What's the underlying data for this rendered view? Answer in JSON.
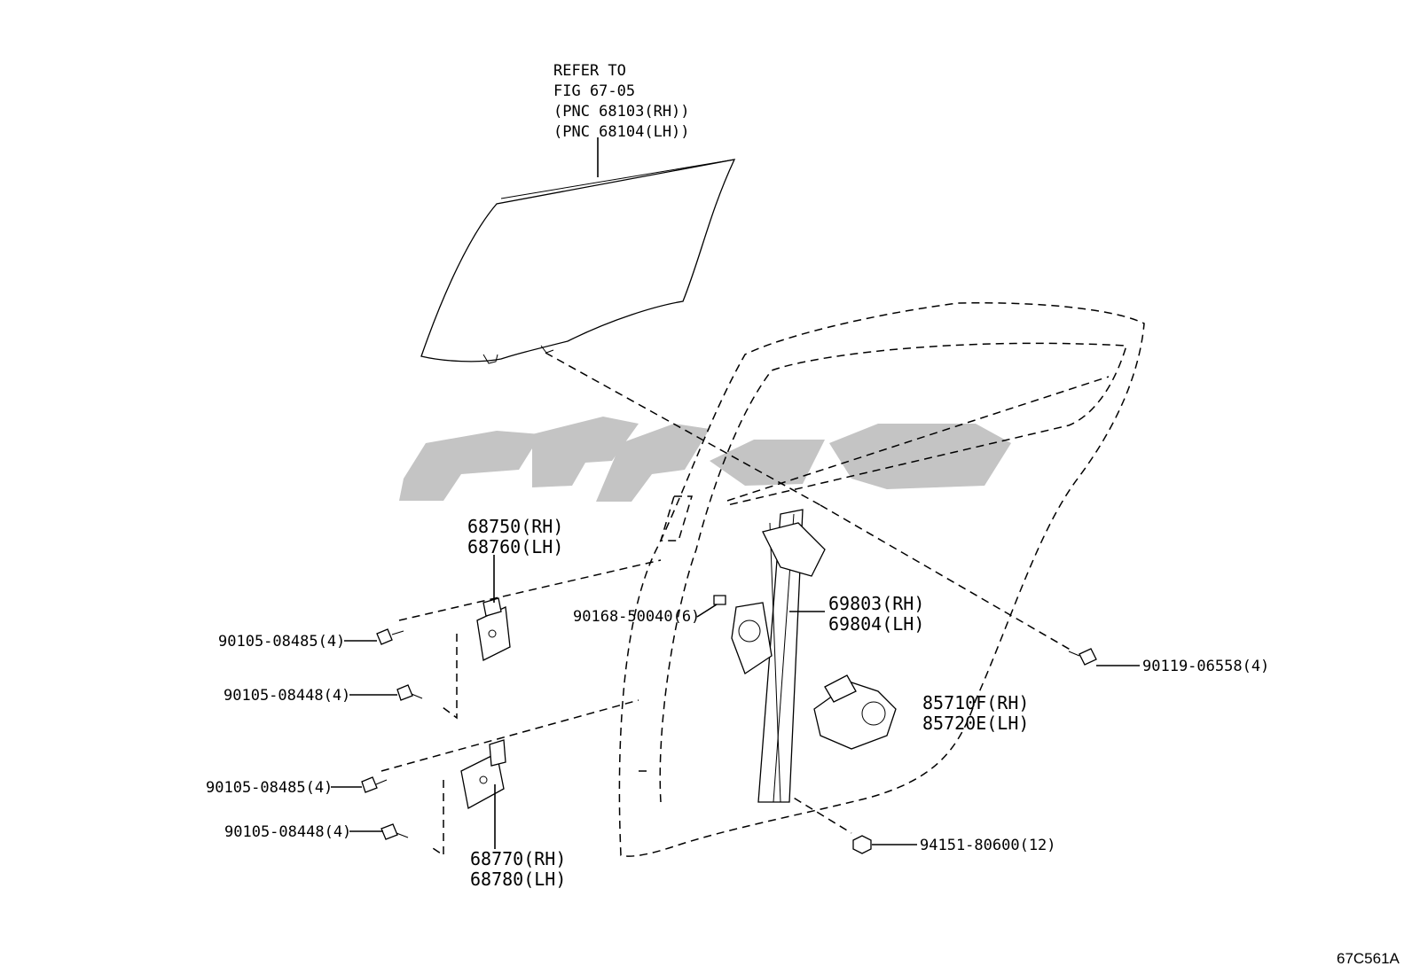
{
  "figure_code": "67C561A",
  "watermark": {
    "text": "ᓇᓄᓂᓕ",
    "color": "#bdbdbd"
  },
  "callouts": {
    "glass_ref": [
      "REFER TO",
      "FIG 67-05",
      "(PNC 68103(RH))",
      "(PNC 68104(LH))"
    ],
    "upper_hinge": [
      "68750(RH)",
      "68760(LH)"
    ],
    "lower_hinge": [
      "68770(RH)",
      "68780(LH)"
    ],
    "regulator": [
      "69803(RH)",
      "69804(LH)"
    ],
    "motor": [
      "85710F(RH)",
      "85720E(LH)"
    ],
    "bolt_upper_1": "90105-08485(4)",
    "bolt_upper_2": "90105-08448(4)",
    "bolt_lower_1": "90105-08485(4)",
    "bolt_lower_2": "90105-08448(4)",
    "clip": "90168-50040(6)",
    "bolt_right": "90119-06558(4)",
    "nut": "94151-80600(12)"
  }
}
